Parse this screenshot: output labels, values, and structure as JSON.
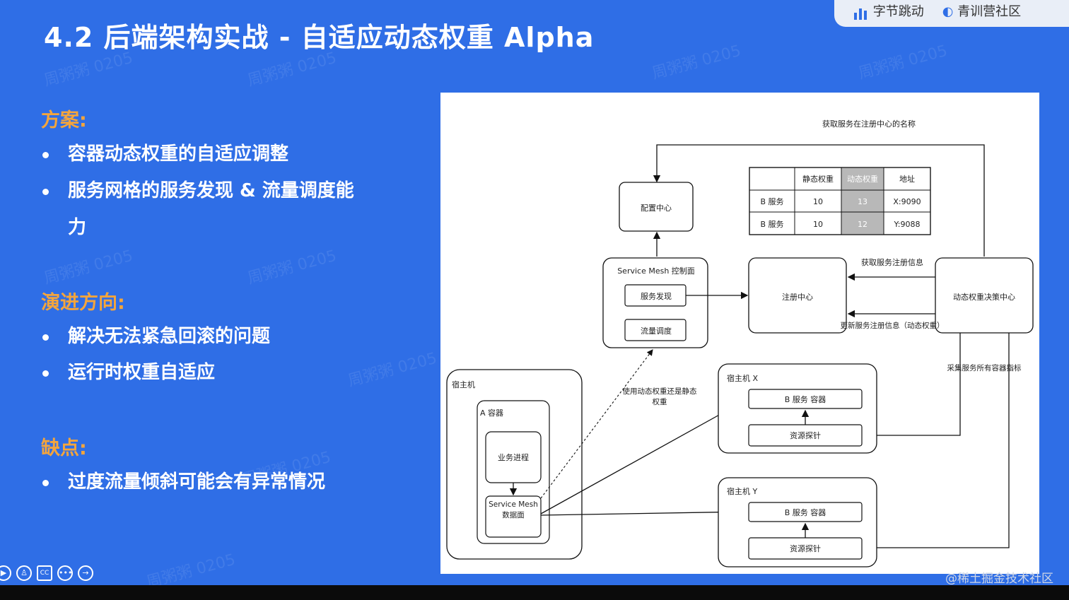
{
  "slide": {
    "title": "4.2 后端架构实战 - 自适应动态权重 Alpha",
    "brand": {
      "left": "字节跳动",
      "right": "青训营社区"
    },
    "sections": [
      {
        "heading": "方案:",
        "items": [
          "容器动态权重的自适应调整",
          "服务网格的服务发现 & 流量调度能力"
        ]
      },
      {
        "heading": "演进方向:",
        "items": [
          "解决无法紧急回滚的问题",
          "运行时权重自适应"
        ]
      },
      {
        "heading": "缺点:",
        "items": [
          "过度流量倾斜可能会有异常情况"
        ]
      }
    ],
    "watermark_repeat": "周粥粥 0205",
    "site_watermark": "@稀土掘金技术社区",
    "controls": [
      "play-icon",
      "person-icon",
      "cc-icon",
      "more-icon",
      "next-icon"
    ]
  },
  "diagram": {
    "top_note": "获取服务在注册中心的名称",
    "config_center": "配置中心",
    "mesh_control": {
      "title": "Service Mesh 控制面",
      "discover": "服务发现",
      "traffic": "流量调度"
    },
    "registry": "注册中心",
    "decision_center": "动态权重决策中心",
    "get_registry_info": "获取服务注册信息",
    "update_registry_info": "更新服务注册信息（动态权重）",
    "collect_metrics": "采集服务所有容器指标",
    "use_dynamic_weight": "使用动态权重还是静态权重",
    "table": {
      "headers": [
        "",
        "静态权重",
        "动态权重",
        "地址"
      ],
      "rows": [
        [
          "B 服务",
          "10",
          "13",
          "X:9090"
        ],
        [
          "B 服务",
          "10",
          "12",
          "Y:9088"
        ]
      ]
    },
    "host_a": {
      "title": "宿主机",
      "container": "A 容器",
      "process": "业务进程",
      "mesh_data": "Service Mesh 数据面"
    },
    "host_x": {
      "title": "宿主机 X",
      "container": "B 服务 容器",
      "probe": "资源探针"
    },
    "host_y": {
      "title": "宿主机 Y",
      "container": "B 服务 容器",
      "probe": "资源探针"
    },
    "colors": {
      "accent_bg": "#2f6ee6",
      "heading": "#f4a53c",
      "highlight_cell": "#b8b8b8"
    }
  }
}
